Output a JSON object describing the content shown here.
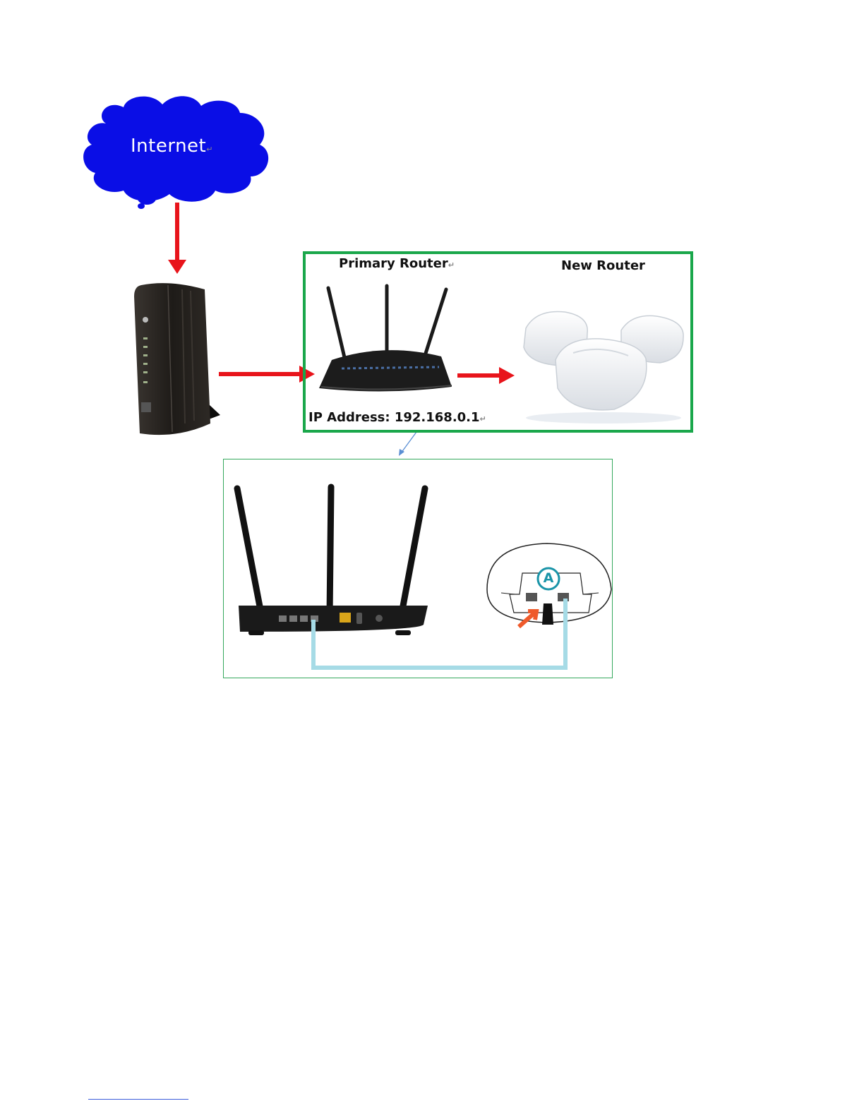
{
  "internet": {
    "label": "Internet",
    "mark": "↵"
  },
  "primary_router": {
    "label": "Primary Router",
    "mark": "↵"
  },
  "new_router": {
    "label": "New Router"
  },
  "ip_address": {
    "label": "IP Address: 192.168.0.1",
    "mark": "↵"
  },
  "colors": {
    "cloud": "#0a0ee6",
    "arrow": "#e8141b",
    "green_border": "#1aa74b",
    "cable": "#a6dbe6",
    "device": "#1c1c1c"
  },
  "port_badge": {
    "label": "A"
  }
}
